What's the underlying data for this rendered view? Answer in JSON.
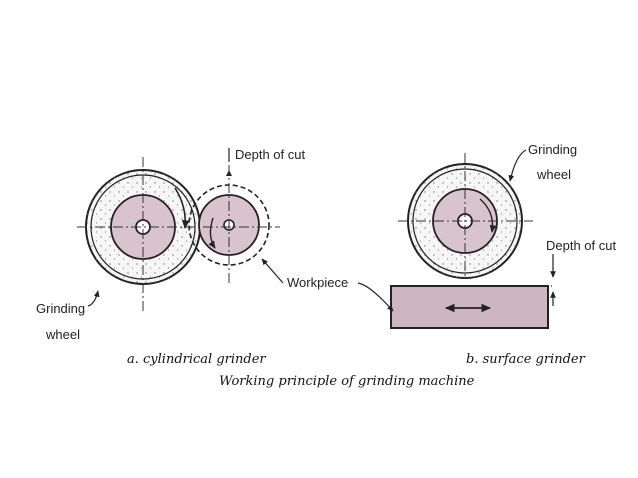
{
  "figure": {
    "left_panel": {
      "labels": {
        "depth_of_cut": "Depth of cut",
        "workpiece": "Workpiece",
        "grinding_line1": "Grinding",
        "grinding_line2": "wheel"
      },
      "caption": "a. cylindrical grinder"
    },
    "right_panel": {
      "labels": {
        "grinding_line1": "Grinding",
        "grinding_line2": "wheel",
        "depth_of_cut": "Depth of cut"
      },
      "caption": "b. surface grinder"
    },
    "main_caption": "Working principle of grinding machine"
  },
  "colors": {
    "wheel_fill": "#f6f6f6",
    "hub_fill": "#d9c3cc",
    "workpiece_fill": "#cdb6bf",
    "line": "#222222"
  }
}
